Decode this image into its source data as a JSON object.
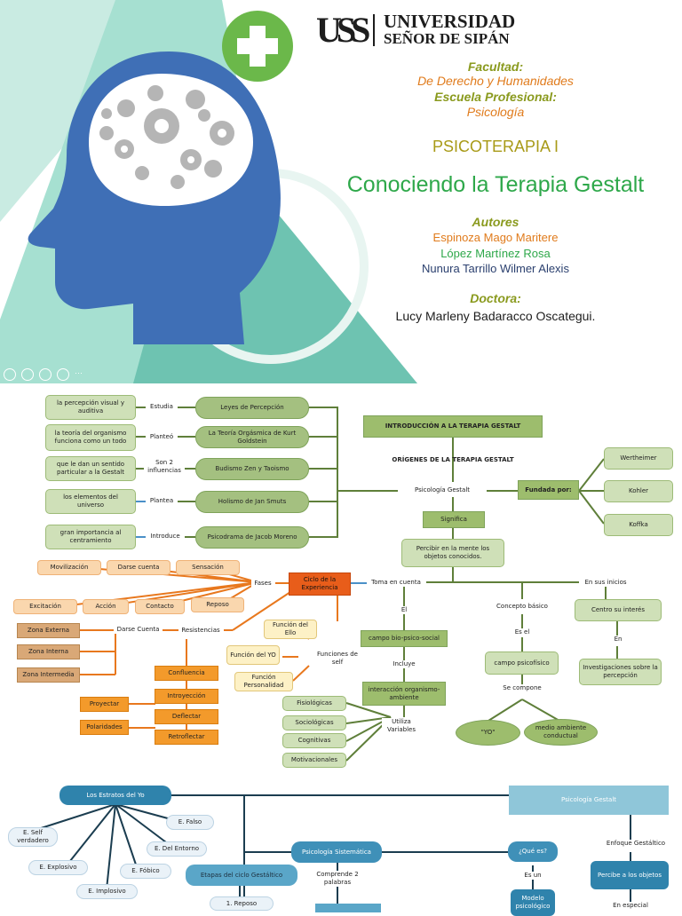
{
  "cover": {
    "university_line1": "UNIVERSIDAD",
    "university_line2": "SEÑOR DE SIPÁN",
    "logo_letters": "USS",
    "facultad_label": "Facultad:",
    "facultad_value": "De Derecho y Humanidades",
    "escuela_label": "Escuela Profesional:",
    "escuela_value": "Psicología",
    "course": "PSICOTERAPIA I",
    "title": "Conociendo la Terapia Gestalt",
    "autores_label": "Autores",
    "autores": [
      "Espinoza Mago Maritere",
      "López Martínez Rosa",
      "Nunura Tarrillo Wilmer Alexis"
    ],
    "doctora_label": "Doctora:",
    "doctora": "Lucy Marleny Badaracco Oscategui.",
    "colors": {
      "olive": "#8a9a1e",
      "orange": "#e07b1c",
      "green": "#2ea84a",
      "teal": "#74c7b4",
      "navy": "#2a3f6e",
      "blue": "#3f6fb6",
      "plus_green": "#6bb84a"
    }
  },
  "map1": {
    "left_notes": [
      "la percepción visual y auditiva",
      "la teoría del organismo funciona como un todo",
      "que le dan un sentido particular a la Gestalt",
      "los elementos del universo",
      "gran importancia al centramiento"
    ],
    "verbs": [
      "Estudia",
      "Planteó",
      "Son 2 influencias",
      "Plantea",
      "Introduce"
    ],
    "pills": [
      "Leyes de Percepción",
      "La Teoría Orgásmica de Kurt Goldstein",
      "Budismo Zen y Taoismo",
      "Holismo de Jan Smuts",
      "Psicodrama de Jacob Moreno"
    ],
    "intro": "INTRODUCCIÓN A LA TERAPIA GESTALT",
    "origenes": "ORÍGENES DE LA TERAPIA GESTALT",
    "psicologia_gestalt": "Psicología Gestalt",
    "fundada_por": "Fundada por:",
    "founders": [
      "Wertheimer",
      "Kohler",
      "Koffka"
    ],
    "significa": "Significa",
    "percibir": "Percibir en la mente los objetos conocidos.",
    "toma_en_cuenta": "Toma en cuenta",
    "ciclo": "Ciclo de la Experiencia",
    "fases": "Fases",
    "fases_items": [
      "Movilización",
      "Darse cuenta",
      "Sensación",
      "Excitación",
      "Acción",
      "Contacto",
      "Reposo"
    ],
    "zonas_label": "Darse Cuenta",
    "zonas": [
      "Zona Externa",
      "Zona Interna",
      "Zona Intermedia"
    ],
    "resistencias": "Resistencias",
    "resist_items": [
      "Confluencia",
      "Introyección",
      "Deflectar",
      "Retroflectar",
      "Proyectar",
      "Polaridades"
    ],
    "funciones": [
      "Función del Ello",
      "Función del YO",
      "Función Personalidad"
    ],
    "funciones_self": "Funciones de self",
    "el": "El",
    "campo_bio": "campo bio-psico-social",
    "incluye": "Incluye",
    "interaccion": "interacción organismo-ambiente",
    "utiliza": "Utiliza Variables",
    "variables": [
      "Fisiológicas",
      "Sociológicas",
      "Cognitivas",
      "Motivacionales"
    ],
    "concepto": "Concepto básico",
    "es_el": "Es el",
    "campo_psicofisico": "campo psicofísico",
    "se_compone": "Se compone",
    "yo": "\"YO\"",
    "medio": "medio ambiente conductual",
    "en_sus_inicios": "En sus inicios",
    "centro": "Centro su interés",
    "en": "En",
    "investigaciones": "Investigaciones sobre la percepción"
  },
  "map2": {
    "estratos": "Los Estratos del Yo",
    "estratos_items": [
      "E. Self verdadero",
      "E. Falso",
      "E. Del Entorno",
      "E. Explosivo",
      "E. Fóbico",
      "E. Implosivo"
    ],
    "sistematica": "Psicología Sistemática",
    "etapas": "Etapas del ciclo Gestáltico",
    "reposo": "1. Reposo",
    "comprende": "Comprende 2 palabras",
    "que_es": "¿Qué es?",
    "es_un": "Es un",
    "modelo": "Modelo psicológico",
    "psicologia_gestalt": "Psicología Gestalt",
    "enfoque": "Enfoque Gestáltico",
    "percibe": "Percibe a los objetos",
    "en_especial": "En especial"
  }
}
